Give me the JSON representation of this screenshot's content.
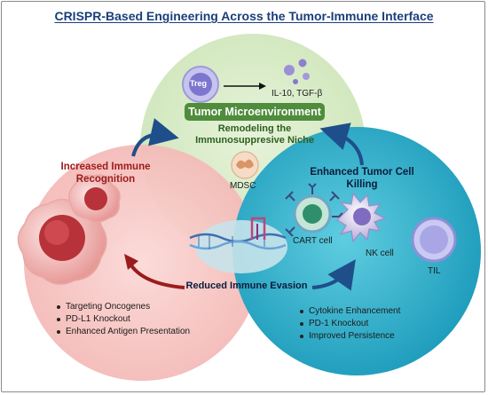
{
  "title": "CRISPR-Based Engineering Across the Tumor-Immune Interface",
  "top_circle": {
    "treg_label": "Treg",
    "cytokines_label": "IL-10, TGF-β",
    "header": "Tumor Microenvironment",
    "subtitle_line1": "Remodeling the",
    "subtitle_line2": "Immunosuppresive Niche",
    "mdsc_label": "MDSC",
    "color": "#d9ecc8"
  },
  "left_circle": {
    "subtitle_line1": "Increased Immune",
    "subtitle_line2": "Recognition",
    "bullets": [
      "Targeting Oncogenes",
      "PD-L1 Knockout",
      "Enhanced Antigen Presentation"
    ],
    "color": "#f6c6c4"
  },
  "right_circle": {
    "subtitle_line1": "Enhanced Tumor Cell",
    "subtitle_line2": "Killing",
    "cart_label": "CART cell",
    "nk_label": "NK cell",
    "til_label": "TIL",
    "bullets": [
      "Cytokine Enhancement",
      "PD-1 Knockout",
      "Improved Persistence"
    ],
    "color": "#2fb6cf"
  },
  "center": {
    "label": "Reduced Immune Evasion"
  },
  "icons": [
    "treg-cell-icon",
    "cytokine-dots-icon",
    "mdsc-cell-icon",
    "tumor-cell-icon",
    "crispr-dna-icon",
    "cart-cell-icon",
    "nk-cell-icon",
    "til-cell-icon"
  ]
}
